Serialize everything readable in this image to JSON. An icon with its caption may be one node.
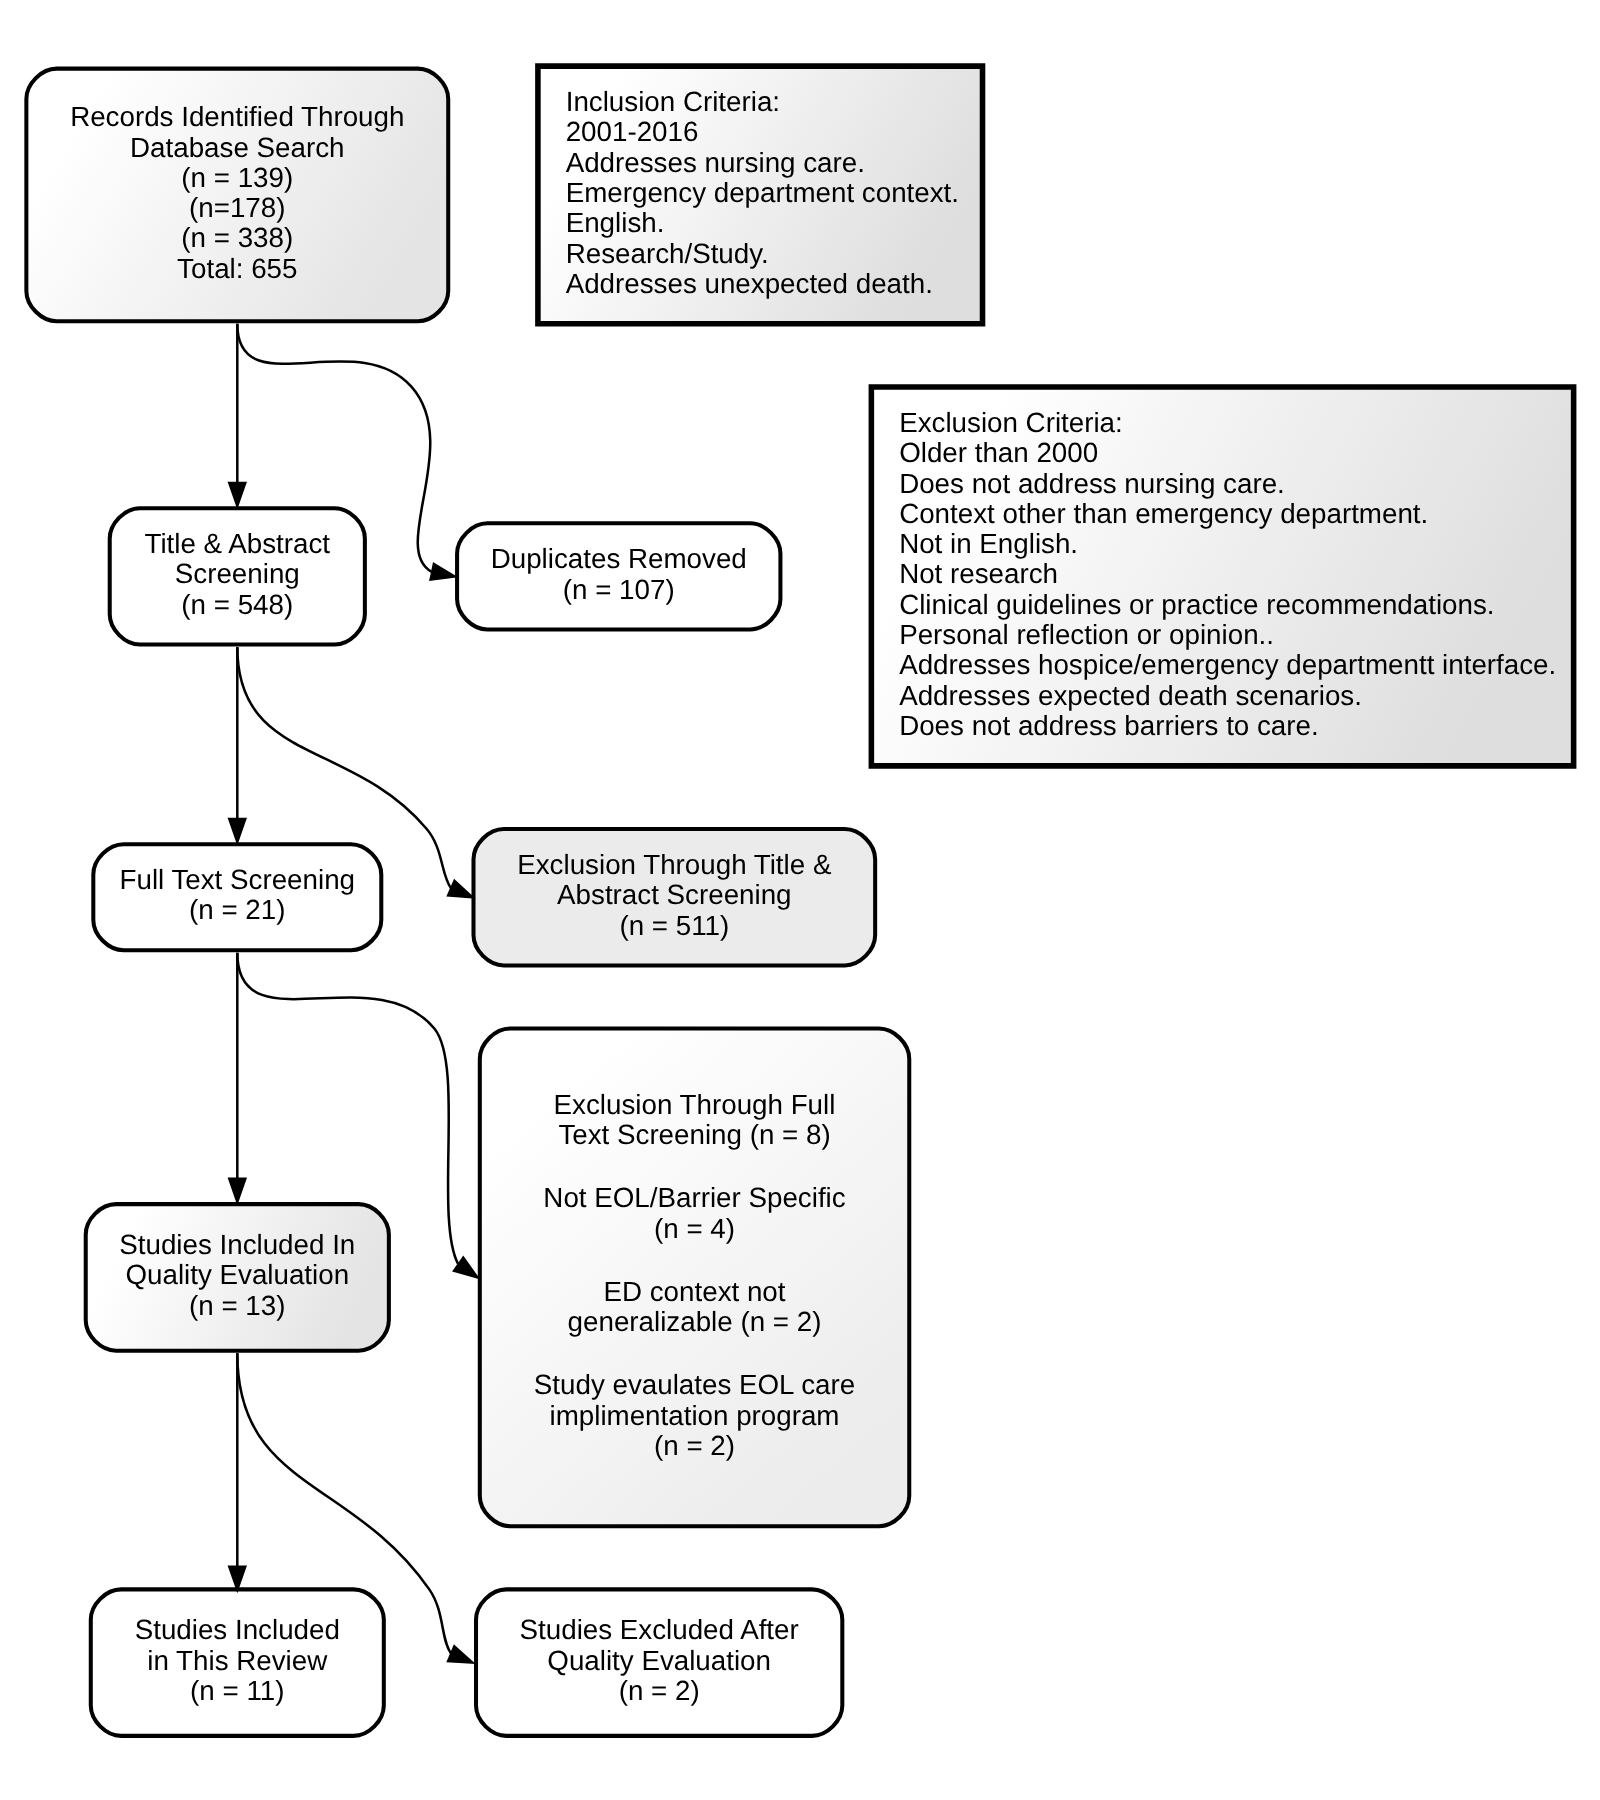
{
  "diagram": {
    "nodes": [
      {
        "text": [
          "Records Identified Through Database Search",
          "(n = 139)",
          "(n=178)",
          "(n = 338)",
          "Total: 655"
        ]
      },
      {
        "text": [
          "Inclusion Criteria:",
          "2001-2016",
          "Addresses nursing care.",
          "Emergency department context.",
          "English.",
          "Research/Study.",
          "Addresses unexpected death."
        ]
      },
      {
        "text": [
          "Duplicates Removed",
          "(n = 107)"
        ]
      },
      {
        "text": [
          "Exclusion Criteria:",
          "Older than 2000",
          "Does not address nursing care.",
          "Context other than emergency department.",
          "Not in English.",
          "Not research",
          "Clinical guidelines or practice recommendations.",
          "Personal reflection or opinion..",
          "Addresses hospice/emergency departmentt interface.",
          "Addresses expected death scenarios.",
          "Does not address barriers to care."
        ]
      },
      {
        "text": [
          "Title & Abstract Screening",
          "(n = 548)"
        ]
      },
      {
        "text": [
          "Exclusion Through Title & Abstract Screening",
          "(n = 511)"
        ]
      },
      {
        "text": [
          "Full Text Screening",
          "(n = 21)"
        ]
      },
      {
        "text": [
          "Exclusion Through Full Text Screening (n = 8)",
          "Not EOL/Barrier Specific (n = 4)",
          "ED context not generalizable (n = 2)",
          "Study evaulates EOL care implimentation program (n = 2)"
        ]
      },
      {
        "text": [
          "Studies Included In Quality Evaluation",
          "(n = 13)"
        ]
      },
      {
        "text": [
          "Studies Excluded After Quality Evaluation",
          "(n = 2)"
        ]
      },
      {
        "text": [
          "Studies Included in This Review",
          "(n = 11)"
        ]
      }
    ],
    "edges": [
      {
        "from": 0,
        "to": 4,
        "arrow": "to"
      },
      {
        "from": 0,
        "to": 2,
        "arrow": "to"
      },
      {
        "from": 4,
        "to": 6,
        "arrow": "to"
      },
      {
        "from": 4,
        "to": 5,
        "arrow": "to"
      },
      {
        "from": 6,
        "to": 8,
        "arrow": "to"
      },
      {
        "from": 6,
        "to": 7,
        "arrow": "to"
      },
      {
        "from": 8,
        "to": 10,
        "arrow": "to"
      },
      {
        "from": 8,
        "to": 9,
        "arrow": "to"
      }
    ]
  }
}
